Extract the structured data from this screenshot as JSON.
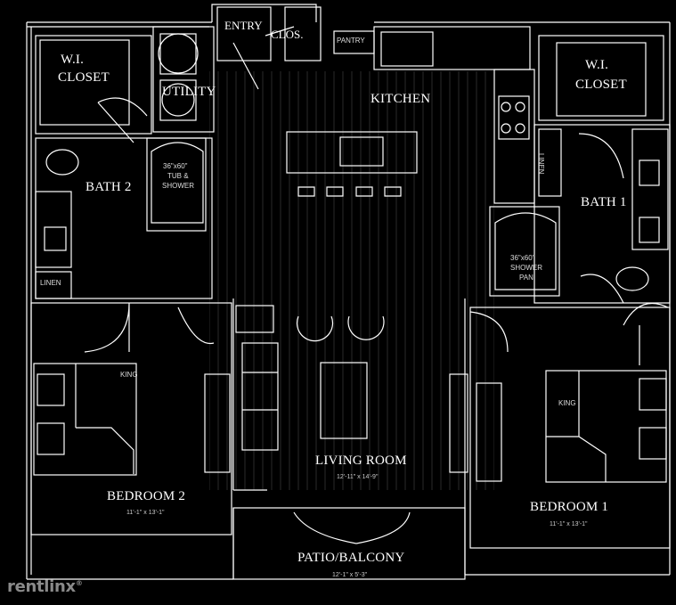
{
  "rooms": {
    "entry": "ENTRY",
    "clos": "CLOS.",
    "pantry": "PANTRY",
    "wi_closet_left": [
      "W.I.",
      "CLOSET"
    ],
    "wi_closet_right": [
      "W.I.",
      "CLOSET"
    ],
    "utility": "UTILITY",
    "kitchen": "KITCHEN",
    "bath2": "BATH 2",
    "bath1": "BATH 1",
    "tub_shower": [
      "36\"x60\"",
      "TUB &",
      "SHOWER"
    ],
    "shower_pan": [
      "36\"x60\"",
      "SHOWER",
      "PAN"
    ],
    "linen_left": "LINEN",
    "linen_right": "LINEN",
    "living_room": "LIVING ROOM",
    "living_dim": "12'-11\" x 14'-9\"",
    "bedroom2": "BEDROOM 2",
    "bedroom2_dim": "11'-1\" x 13'-1\"",
    "bedroom1": "BEDROOM 1",
    "bedroom1_dim": "11'-1\" x 13'-1\"",
    "king_left": "KING",
    "king_right": "KING",
    "patio": "PATIO/BALCONY",
    "patio_dim": "12'-1\" x 5'-3\""
  },
  "watermark": "rentlinx",
  "colors": {
    "background": "#000000",
    "line": "#ffffff",
    "watermark": "#8a8a8a"
  }
}
